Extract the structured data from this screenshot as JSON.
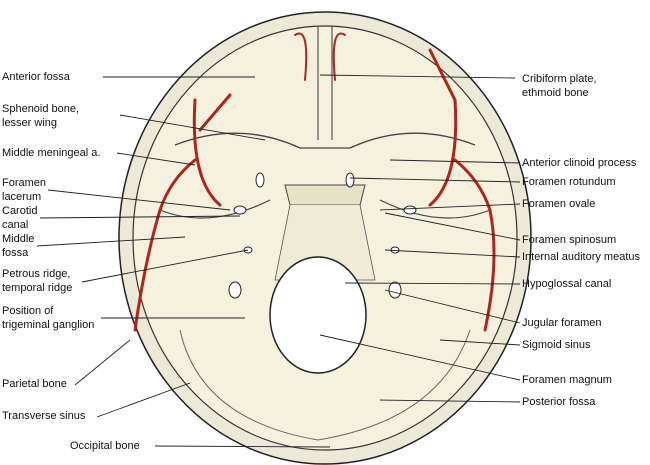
{
  "labels_left": [
    "Anterior fossa",
    "Sphenoid bone,\nlesser wing",
    "Middle meningeal a.",
    "Foramen\nlacerum",
    "Carotid\ncanal",
    "Middle\nfossa",
    "Petrous ridge,\ntemporal ridge",
    "Position of\ntrigeminal ganglion",
    "Parietal bone",
    "Transverse sinus",
    "Occipital bone"
  ],
  "labels_right": [
    "Cribiform plate,\nethmoid bone",
    "Anterior clinoid process",
    "Foramen rotundum",
    "Foramen ovale",
    "Foramen spinosum",
    "Internal auditory meatus",
    "Hypoglossal canal",
    "Jugular foramen",
    "Sigmoid sinus",
    "Foramen magnum",
    "Posterior fossa"
  ],
  "colors": {
    "bone": "#f4f1dd",
    "artery": "#b3231c",
    "line": "#222222"
  }
}
